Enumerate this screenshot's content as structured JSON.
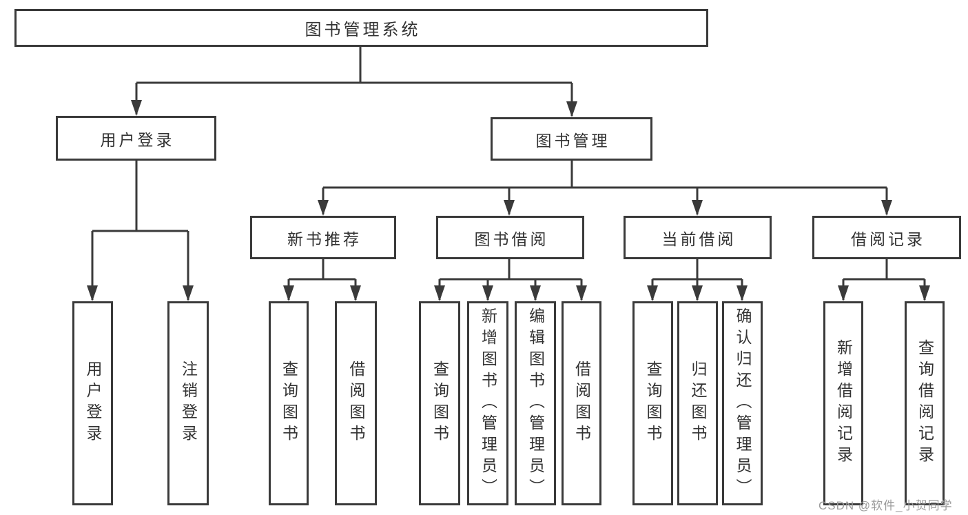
{
  "diagram": {
    "root": {
      "label": "图书管理系统"
    },
    "user_login": {
      "label": "用户登录",
      "children": [
        "用户登录",
        "注销登录"
      ]
    },
    "book_mgmt": {
      "label": "图书管理"
    },
    "new_books": {
      "label": "新书推荐",
      "children": [
        "查询图书",
        "借阅图书"
      ]
    },
    "borrowing": {
      "label": "图书借阅",
      "children": [
        "查询图书",
        "新增图书（管理员）",
        "编辑图书（管理员）",
        "借阅图书"
      ]
    },
    "current": {
      "label": "当前借阅",
      "children": [
        "查询图书",
        "归还图书",
        "确认归还（管理员）"
      ]
    },
    "records": {
      "label": "借阅记录",
      "children": [
        "新增借阅记录",
        "查询借阅记录"
      ]
    }
  },
  "watermark": {
    "text": "CSDN @软件_小贺同学"
  },
  "colors": {
    "line": "#3a3a3a",
    "box_border": "#3a3a3a",
    "text": "#333333",
    "background": "#ffffff",
    "watermark": "#9c9c9c"
  }
}
